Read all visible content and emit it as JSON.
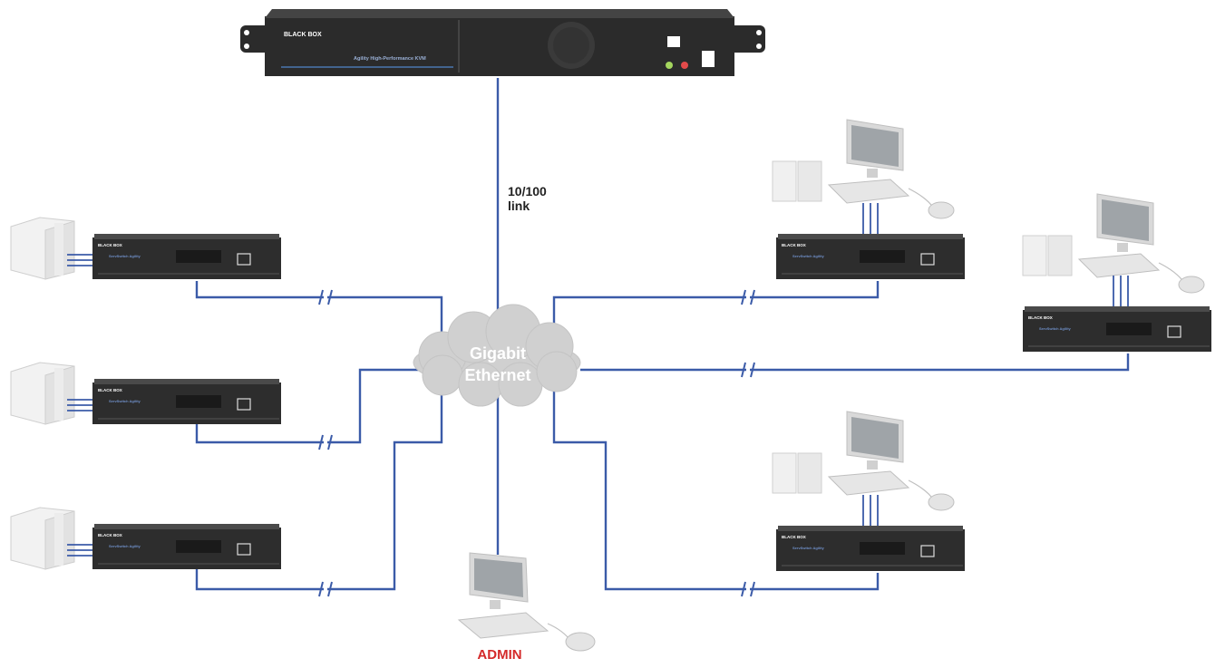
{
  "labels": {
    "link_line1": "10/100",
    "link_line2": "link",
    "cloud_line1": "Gigabit",
    "cloud_line2": "Ethernet",
    "admin": "ADMIN"
  },
  "rack": {
    "brand": "BLACK BOX",
    "subtitle": "Agility High-Performance KVM"
  },
  "unit_brand": "BLACK BOX",
  "unit_model": "ServSwitch Agility",
  "colors": {
    "cable": "#3b5ba8",
    "device": "#2d2d2d",
    "cloud": "#d0d0d0",
    "admin": "#d42a2a"
  }
}
